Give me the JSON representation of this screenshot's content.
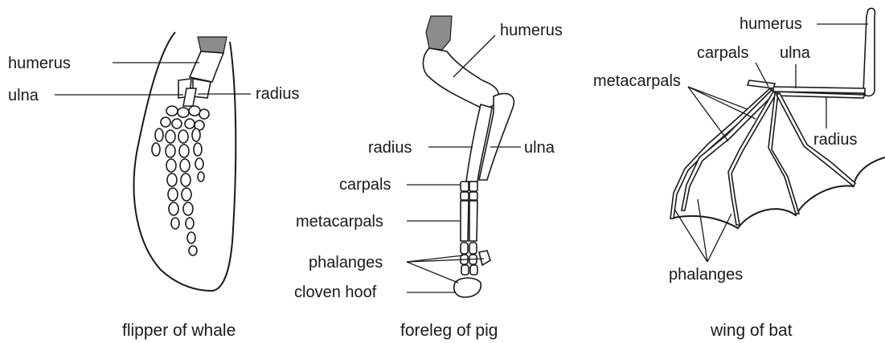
{
  "whale": {
    "caption": "flipper of whale",
    "labels": {
      "humerus": "humerus",
      "ulna": "ulna",
      "radius": "radius"
    }
  },
  "pig": {
    "caption": "foreleg of pig",
    "labels": {
      "humerus": "humerus",
      "radius": "radius",
      "ulna": "ulna",
      "carpals": "carpals",
      "metacarpals": "metacarpals",
      "phalanges": "phalanges",
      "hoof": "cloven hoof"
    }
  },
  "bat": {
    "caption": "wing of bat",
    "labels": {
      "humerus": "humerus",
      "carpals": "carpals",
      "ulna": "ulna",
      "metacarpals": "metacarpals",
      "radius": "radius",
      "phalanges": "phalanges"
    }
  },
  "colors": {
    "ink": "#1a1a1a",
    "shade": "#8c8c8c",
    "background": "#ffffff"
  }
}
